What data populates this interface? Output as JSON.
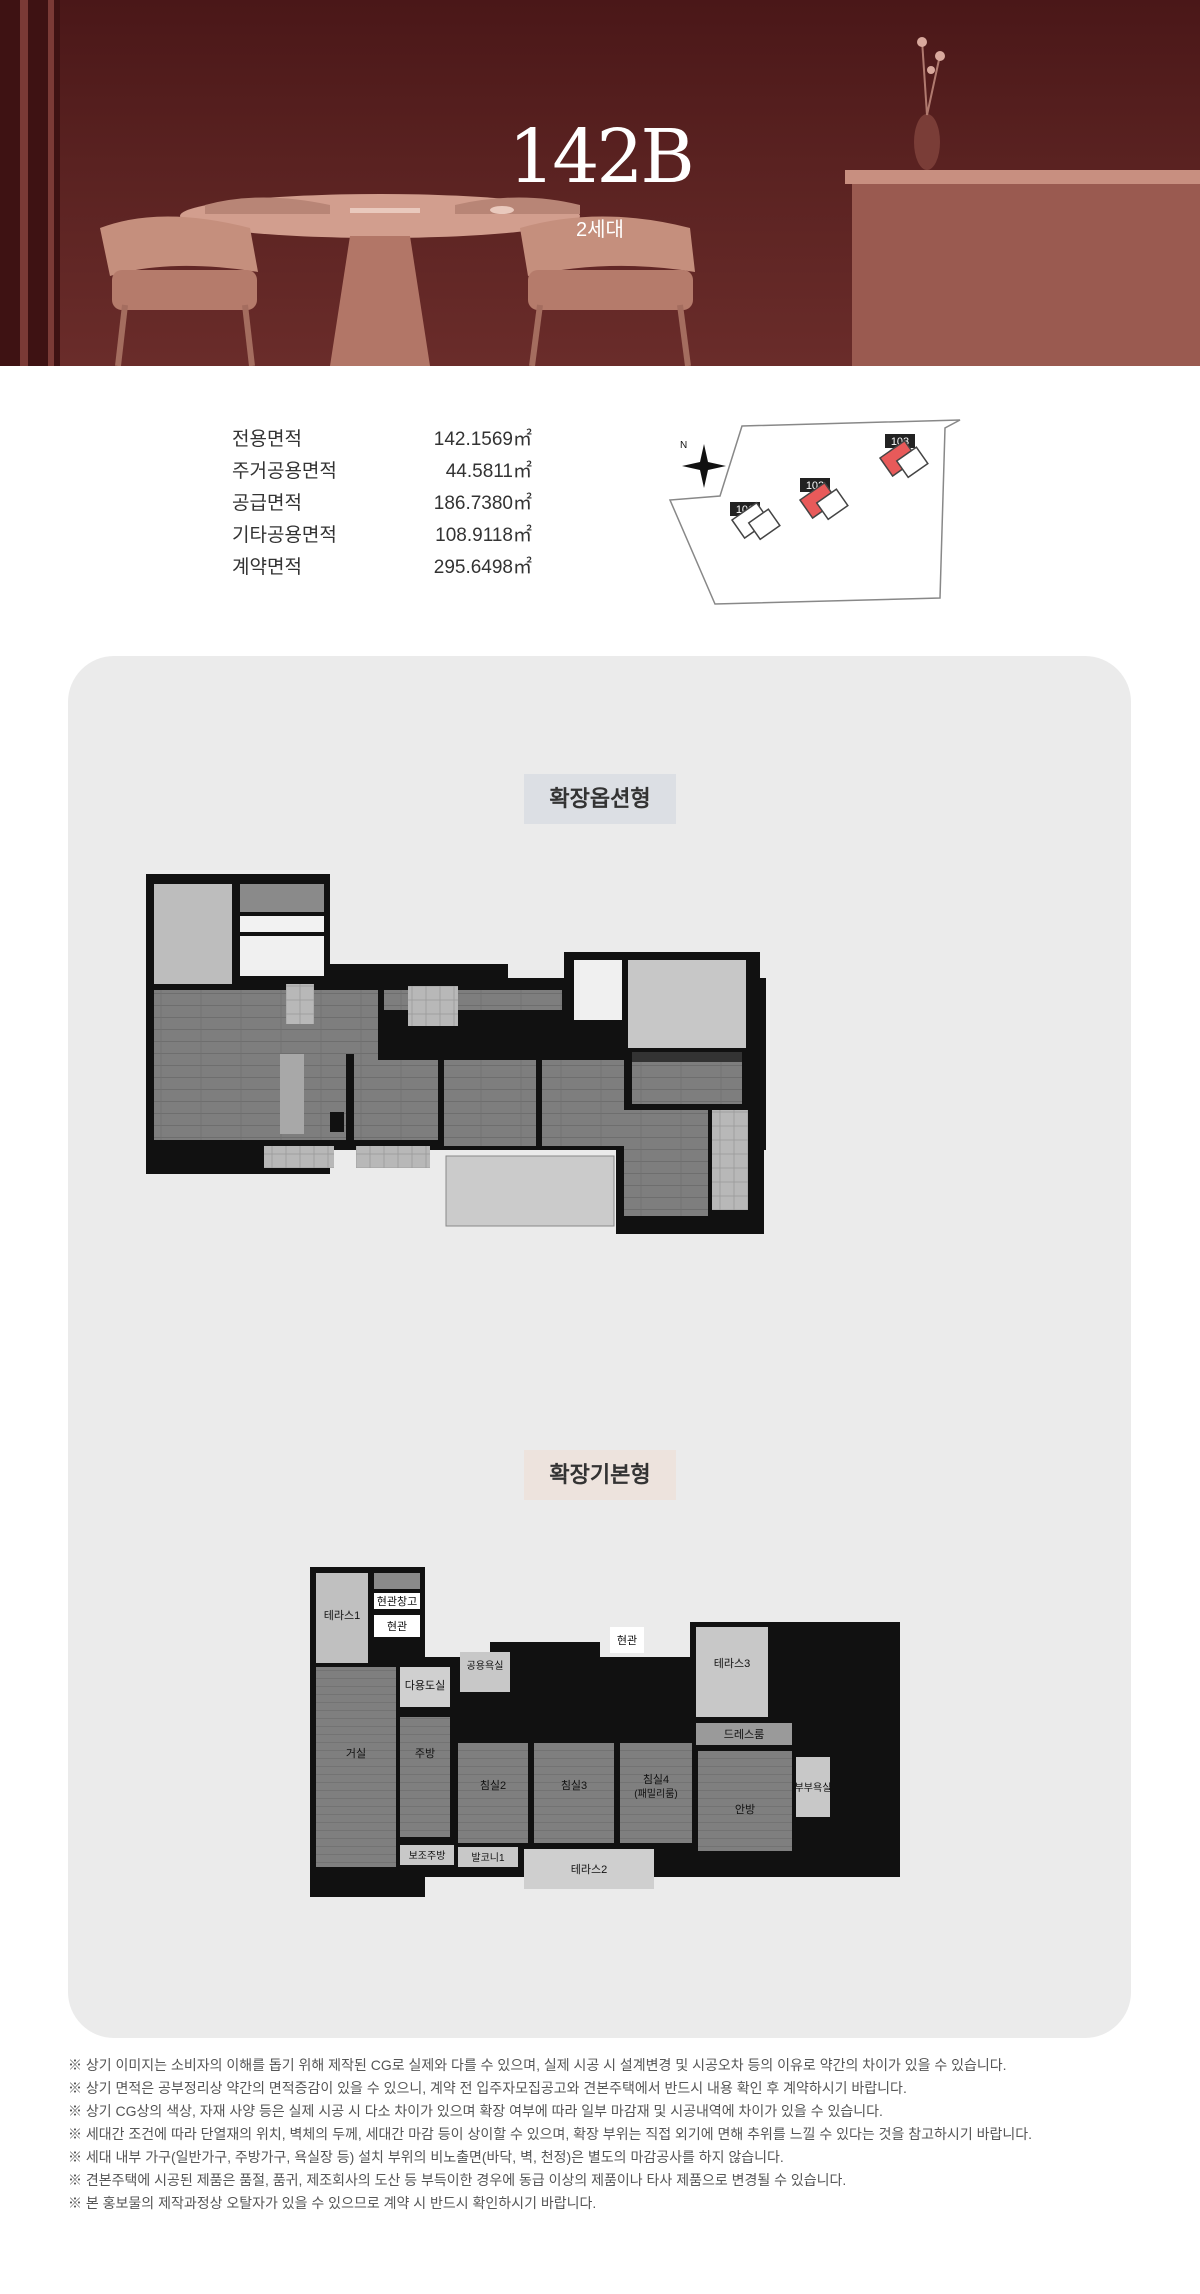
{
  "hero": {
    "title": "142B",
    "subtitle": "2세대"
  },
  "areas": [
    {
      "label": "전용면적",
      "value": "142.1569㎡"
    },
    {
      "label": "주거공용면적",
      "value": "44.5811㎡"
    },
    {
      "label": "공급면적",
      "value": "186.7380㎡"
    },
    {
      "label": "기타공용면적",
      "value": "108.9118㎡"
    },
    {
      "label": "계약면적",
      "value": "295.6498㎡"
    }
  ],
  "siteplan": {
    "buildings": [
      "101",
      "102",
      "103"
    ],
    "compass": "compass-star-icon"
  },
  "floorplans": {
    "extended_option": "확장옵션형",
    "extended_basic": "확장기본형"
  },
  "rooms": {
    "terrace1": "테라스1",
    "entrance_storage": "현관창고",
    "entrance": "현관",
    "utility": "다용도실",
    "common_bath": "공용욕실",
    "entrance2": "현관",
    "terrace3": "테라스3",
    "living": "거실",
    "kitchen": "주방",
    "bedroom2": "침실2",
    "bedroom3": "침실3",
    "bedroom4": "침실4",
    "bedroom4_sub": "(패밀리룸)",
    "dressroom": "드레스룸",
    "master_bath": "부부욕실",
    "master": "안방",
    "aux_kitchen": "보조주방",
    "balcony1": "발코니1",
    "terrace2": "테라스2"
  },
  "notes": [
    "※ 상기 이미지는 소비자의 이해를 돕기 위해 제작된 CG로 실제와 다를 수 있으며, 실제 시공 시 설계변경 및 시공오차 등의 이유로 약간의 차이가 있을 수 있습니다.",
    "※ 상기 면적은 공부정리상 약간의 면적증감이 있을 수 있으니, 계약 전 입주자모집공고와 견본주택에서 반드시 내용 확인 후 계약하시기 바랍니다.",
    "※ 상기 CG상의 색상, 자재 사양 등은 실제 시공 시 다소 차이가 있으며 확장 여부에 따라 일부 마감재 및 시공내역에 차이가 있을 수 있습니다.",
    "※ 세대간 조건에 따라 단열재의 위치, 벽체의 두께, 세대간 마감 등이 상이할 수 있으며, 확장 부위는 직접 외기에 면해 추위를 느낄 수 있다는 것을 참고하시기 바랍니다.",
    "※ 세대 내부 가구(일반가구, 주방가구, 욕실장 등) 설치 부위의 비노출면(바닥, 벽, 천정)은 별도의 마감공사를 하지 않습니다.",
    "※ 견본주택에 시공된 제품은 품절, 품귀, 제조회사의 도산 등 부득이한 경우에 동급 이상의 제품이나 타사 제품으로 변경될 수 있습니다.",
    "※ 본 홍보물의 제작과정상 오탈자가 있을 수 있으므로 계약 시 반드시 확인하시기 바랍니다."
  ]
}
